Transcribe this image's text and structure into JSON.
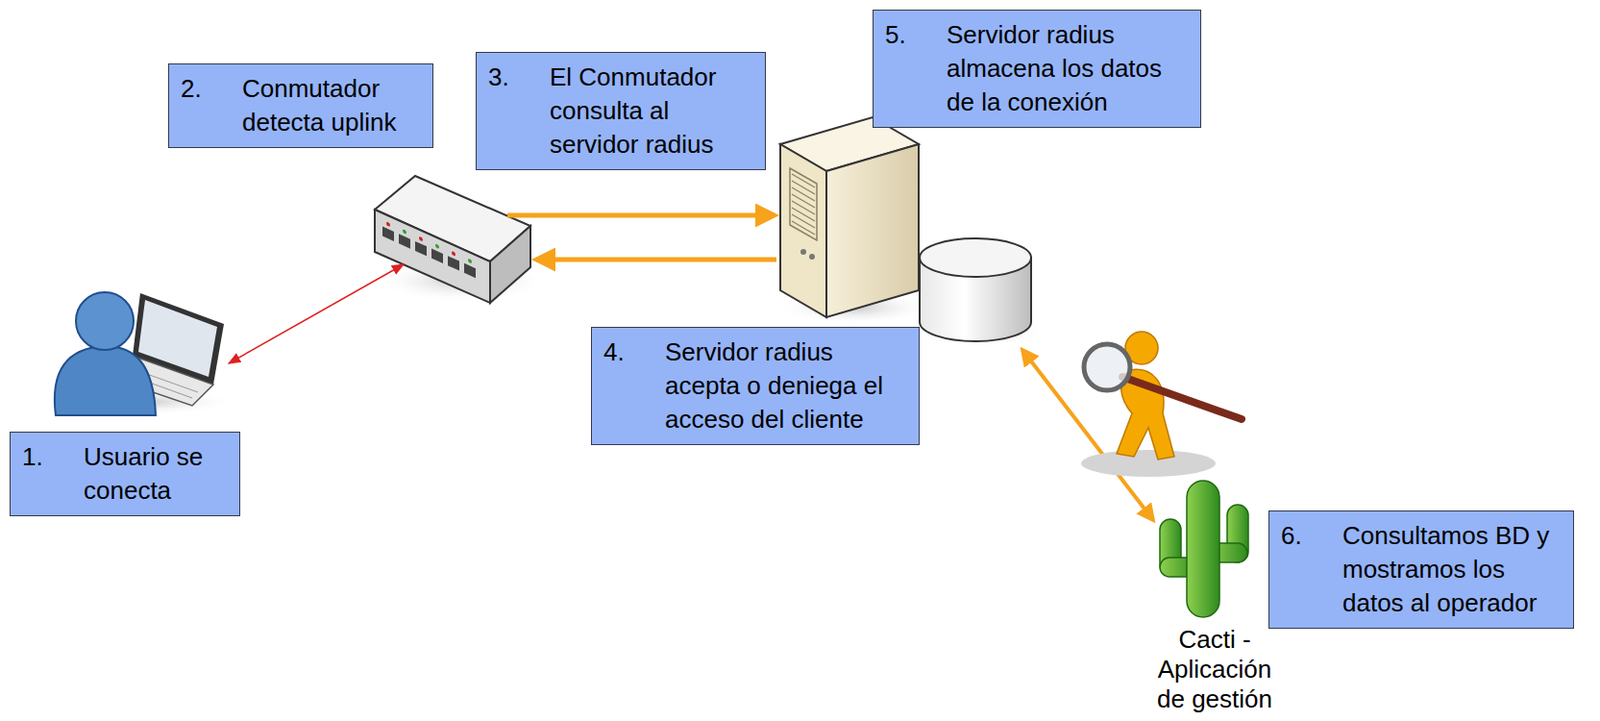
{
  "diagram": {
    "nodes": [
      {
        "text": [
          "1.",
          "Usuario se conecta"
        ]
      },
      {
        "text": [
          "2.",
          "Conmutador detecta uplink"
        ]
      },
      {
        "text": [
          "3.",
          "El Conmutador consulta al servidor radius"
        ]
      },
      {
        "text": [
          "4.",
          "Servidor radius acepta o deniega el acceso del cliente"
        ]
      },
      {
        "text": [
          "5.",
          "Servidor radius almacena los datos de la conexión"
        ]
      },
      {
        "text": [
          "6.",
          "Consultamos BD y mostramos los datos al operador"
        ]
      }
    ],
    "labels": [
      "Cacti - Aplicación de gestión"
    ]
  }
}
